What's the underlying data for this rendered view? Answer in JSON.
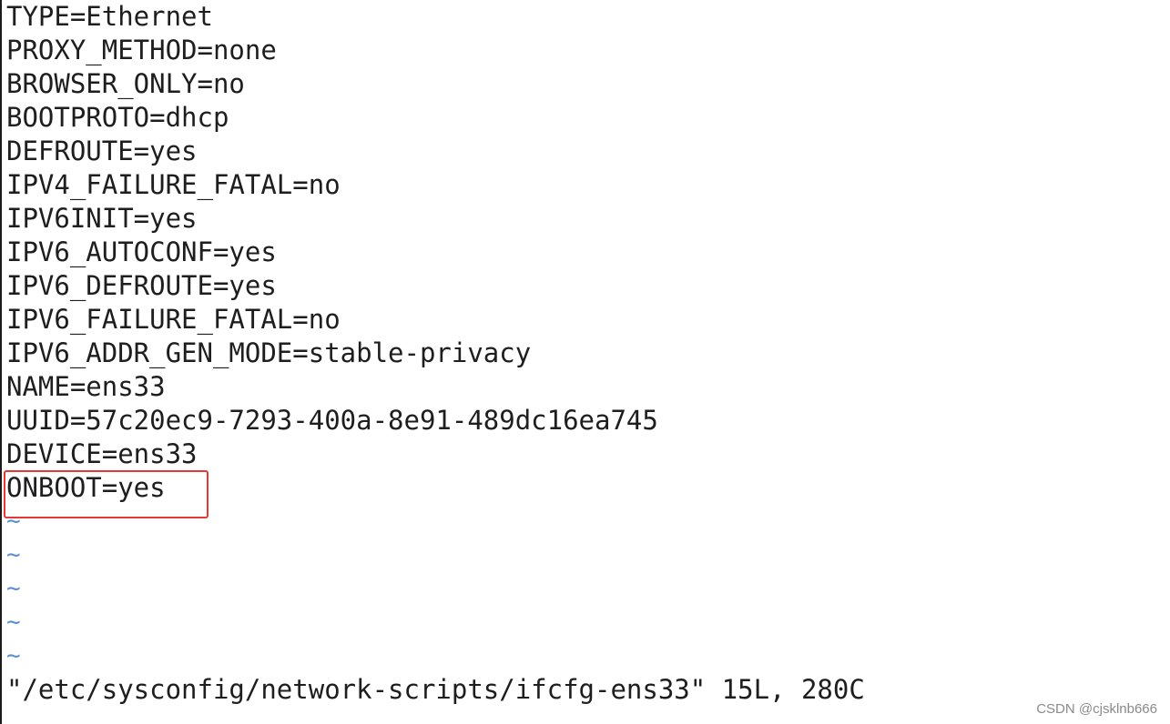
{
  "file_lines": [
    "TYPE=Ethernet",
    "PROXY_METHOD=none",
    "BROWSER_ONLY=no",
    "BOOTPROTO=dhcp",
    "DEFROUTE=yes",
    "IPV4_FAILURE_FATAL=no",
    "IPV6INIT=yes",
    "IPV6_AUTOCONF=yes",
    "IPV6_DEFROUTE=yes",
    "IPV6_FAILURE_FATAL=no",
    "IPV6_ADDR_GEN_MODE=stable-privacy",
    "NAME=ens33",
    "UUID=57c20ec9-7293-400a-8e91-489dc16ea745",
    "DEVICE=ens33",
    "ONBOOT=yes"
  ],
  "empty_line_marker": "~",
  "status_line": "\"/etc/sysconfig/network-scripts/ifcfg-ens33\" 15L, 280C",
  "watermark": "CSDN @cjsklnb666",
  "colors": {
    "text": "#1e1e1e",
    "tilde": "#5a8fd0",
    "highlight": "#e53935",
    "background": "#ffffff"
  }
}
